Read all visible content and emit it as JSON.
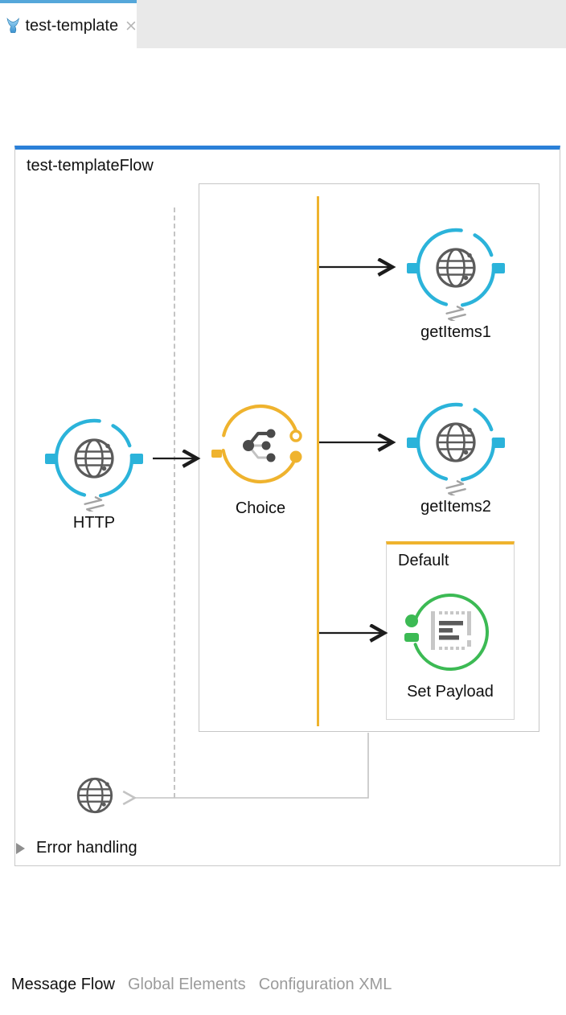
{
  "window": {
    "tab": {
      "title": "test-template",
      "app_icon": "mule-project-icon",
      "close_icon": "close-icon"
    }
  },
  "flow": {
    "title": "test-templateFlow",
    "components": {
      "http": {
        "label": "HTTP",
        "icon": "globe-icon",
        "color": "#2bb3da"
      },
      "choice": {
        "label": "Choice",
        "icon": "choice-router-icon",
        "color": "#efb32e"
      },
      "getItems1": {
        "label": "getItems1",
        "icon": "globe-icon",
        "color": "#2bb3da"
      },
      "getItems2": {
        "label": "getItems2",
        "icon": "globe-icon",
        "color": "#2bb3da"
      },
      "setPayload": {
        "label": "Set Payload",
        "icon": "set-payload-icon",
        "color": "#3cba54"
      }
    },
    "choice_scope": {
      "default_branch_label": "Default"
    },
    "error_handling": {
      "label": "Error handling",
      "collapsed": true,
      "icon": "collapse-triangle-icon"
    },
    "flow_return_icon": "globe-icon"
  },
  "bottom_tabs": [
    {
      "label": "Message Flow",
      "active": true
    },
    {
      "label": "Global Elements",
      "active": false
    },
    {
      "label": "Configuration XML",
      "active": false
    }
  ],
  "colors": {
    "tab_accent_blue": "#55a7da",
    "flow_accent_blue": "#2b80d8",
    "connector_cyan": "#2bb3da",
    "router_orange": "#efb32e",
    "transformer_green": "#3cba54",
    "border_gray": "#c9c9c9",
    "icon_gray": "#5b5b5b"
  }
}
